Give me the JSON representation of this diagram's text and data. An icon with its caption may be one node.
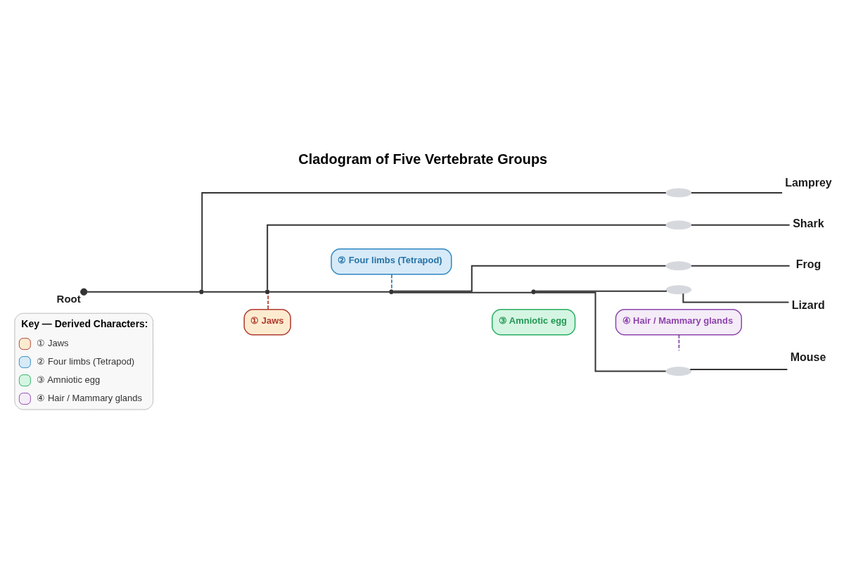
{
  "diagram": {
    "title": "Cladogram of Five Vertebrate Groups",
    "nodes": [
      {
        "text": [],
        "shape": "circle",
        "beside": [
          "Root"
        ]
      },
      {
        "text": [],
        "shape": "circle"
      },
      {
        "text": [],
        "shape": "circle"
      },
      {
        "text": [],
        "shape": "circle"
      },
      {
        "text": [],
        "shape": "circle"
      },
      {
        "text": [],
        "shape": "ellipse"
      },
      {
        "text": [
          "Lamprey"
        ]
      },
      {
        "text": [],
        "shape": "ellipse"
      },
      {
        "text": [
          "Shark"
        ]
      },
      {
        "text": [],
        "shape": "ellipse"
      },
      {
        "text": [
          "Frog"
        ]
      },
      {
        "text": [],
        "shape": "ellipse"
      },
      {
        "text": [
          "Lizard"
        ]
      },
      {
        "text": [],
        "shape": "ellipse"
      },
      {
        "text": [
          "Mouse"
        ]
      },
      {
        "text": [
          "① Jaws"
        ]
      },
      {
        "text": [
          "② Four limbs (Tetrapod)"
        ]
      },
      {
        "text": [
          "③ Amniotic egg"
        ]
      },
      {
        "text": [
          "④ Hair / Mammary glands"
        ]
      }
    ],
    "edges": [
      {
        "from": 0,
        "to": 1,
        "arrow": "none"
      },
      {
        "from": 1,
        "to": 2,
        "arrow": "none"
      },
      {
        "from": 2,
        "to": 3,
        "arrow": "none"
      },
      {
        "from": 3,
        "to": 4,
        "arrow": "none"
      },
      {
        "from": 1,
        "to": 5,
        "arrow": "none"
      },
      {
        "from": 5,
        "to": 6,
        "arrow": "none"
      },
      {
        "from": 2,
        "to": 7,
        "arrow": "none"
      },
      {
        "from": 7,
        "to": 8,
        "arrow": "none"
      },
      {
        "from": 3,
        "to": 9,
        "arrow": "none"
      },
      {
        "from": 9,
        "to": 10,
        "arrow": "none"
      },
      {
        "from": 4,
        "to": 11,
        "arrow": "none"
      },
      {
        "from": 11,
        "to": 12,
        "arrow": "none"
      },
      {
        "from": 4,
        "to": 13,
        "arrow": "none"
      },
      {
        "from": 13,
        "to": 14,
        "arrow": "none"
      },
      {
        "from": 15,
        "to": 2,
        "arrow": "none",
        "style": "dashed",
        "color": "#a93226"
      },
      {
        "from": 16,
        "to": 3,
        "arrow": "none",
        "style": "dashed",
        "color": "#2874a6"
      },
      {
        "from": 18,
        "to": null,
        "arrow": "none",
        "style": "dashed",
        "color": "#7d3c98"
      }
    ],
    "labels": [
      "Key — Derived Characters:"
    ],
    "legend": [
      {
        "text": "① Jaws",
        "color": "#fdebd0"
      },
      {
        "text": "② Four limbs (Tetrapod)",
        "color": "#d6eaf8"
      },
      {
        "text": "③ Amniotic egg",
        "color": "#d5f5e3"
      },
      {
        "text": "④ Hair / Mammary glands",
        "color": "#f4ecf7"
      }
    ]
  }
}
